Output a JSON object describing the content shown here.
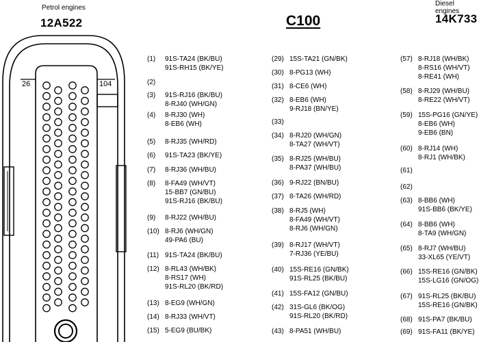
{
  "header": {
    "left_small": "Petrol engines",
    "left_code": "12A522",
    "center_code": "C100",
    "right_small": "Diesel engines",
    "right_code": "14K733"
  },
  "connector": {
    "pin_top_left": "26",
    "pin_top_right": "104"
  },
  "pins": [
    [
      {
        "pin": "(1)",
        "wires": [
          "91S-TA24 (BK/BU)",
          "91S-RH15 (BK/YE)"
        ]
      },
      {
        "pin": "(2)",
        "wires": []
      },
      {
        "pin": "(3)",
        "wires": [
          "91S-RJ16 (BK/BU)",
          "8-RJ40 (WH/GN)"
        ]
      },
      {
        "pin": "(4)",
        "wires": [
          "8-RJ30 (WH)",
          "8-EB6 (WH)"
        ]
      },
      {
        "pin": "(5)",
        "wires": [
          "8-RJ35 (WH/RD)"
        ]
      },
      {
        "pin": "(6)",
        "wires": [
          "91S-TA23 (BK/YE)"
        ]
      },
      {
        "pin": "(7)",
        "wires": [
          "8-RJ36 (WH/BU)"
        ]
      },
      {
        "pin": "(8)",
        "wires": [
          "8-FA49 (WH/VT)",
          "15-BB7 (GN/BU)",
          "91S-RJ16 (BK/BU)"
        ]
      },
      {
        "pin": "(9)",
        "wires": [
          "8-RJ22 (WH/BU)"
        ]
      },
      {
        "pin": "(10)",
        "wires": [
          "8-RJ6 (WH/GN)",
          "49-PA6 (BU)"
        ]
      },
      {
        "pin": "(11)",
        "wires": [
          "91S-TA24 (BK/BU)"
        ]
      },
      {
        "pin": "(12)",
        "wires": [
          "8-RL43 (WH/BK)",
          "8-RS17 (WH)",
          "91S-RL20 (BK/RD)"
        ]
      },
      {
        "pin": "(13)",
        "wires": [
          "8-EG9 (WH/GN)"
        ]
      },
      {
        "pin": "(14)",
        "wires": [
          "8-RJ33 (WH/VT)"
        ]
      },
      {
        "pin": "(15)",
        "wires": [
          "5-EG9 (BU/BK)"
        ]
      }
    ],
    [
      {
        "pin": "(29)",
        "wires": [
          "15S-TA21 (GN/BK)"
        ]
      },
      {
        "pin": "(30)",
        "wires": [
          "8-PG13 (WH)"
        ]
      },
      {
        "pin": "(31)",
        "wires": [
          "8-CE6 (WH)"
        ]
      },
      {
        "pin": "(32)",
        "wires": [
          "8-EB6 (WH)",
          "9-RJ18 (BN/YE)"
        ]
      },
      {
        "pin": "(33)",
        "wires": []
      },
      {
        "pin": "(34)",
        "wires": [
          "8-RJ20 (WH/GN)",
          "8-TA27 (WH/VT)"
        ]
      },
      {
        "pin": "(35)",
        "wires": [
          "8-RJ25 (WH/BU)",
          "8-PA37 (WH/BU)"
        ]
      },
      {
        "pin": "(36)",
        "wires": [
          "9-RJ22 (BN/BU)"
        ]
      },
      {
        "pin": "(37)",
        "wires": [
          "8-TA26 (WH/RD)"
        ]
      },
      {
        "pin": "(38)",
        "wires": [
          "8-RJ5 (WH)",
          "8-FA49 (WH/VT)",
          "8-RJ6 (WH/GN)"
        ]
      },
      {
        "pin": "(39)",
        "wires": [
          "8-RJ17 (WH/VT)",
          "7-RJ36 (YE/BU)"
        ]
      },
      {
        "pin": "(40)",
        "wires": [
          "15S-RE16 (GN/BK)",
          "91S-RL25 (BK/BU)"
        ]
      },
      {
        "pin": "(41)",
        "wires": [
          "15S-FA12 (GN/BU)"
        ]
      },
      {
        "pin": "(42)",
        "wires": [
          "31S-GL6 (BK/OG)",
          "91S-RL20 (BK/RD)"
        ]
      },
      {
        "pin": "(43)",
        "wires": [
          "8-PA51 (WH/BU)"
        ]
      }
    ],
    [
      {
        "pin": "(57)",
        "wires": [
          "8-RJ18 (WH/BK)",
          "8-RS16 (WH/VT)",
          "8-RE41 (WH)"
        ]
      },
      {
        "pin": "(58)",
        "wires": [
          "8-RJ29 (WH/BU)",
          "8-RE22 (WH/VT)"
        ]
      },
      {
        "pin": "(59)",
        "wires": [
          "15S-PG16 (GN/YE)",
          "8-EB6 (WH)",
          "9-EB6 (BN)"
        ]
      },
      {
        "pin": "(60)",
        "wires": [
          "8-RJ14 (WH)",
          "8-RJ1 (WH/BK)"
        ]
      },
      {
        "pin": "(61)",
        "wires": []
      },
      {
        "pin": "(62)",
        "wires": []
      },
      {
        "pin": "(63)",
        "wires": [
          "8-BB6 (WH)",
          "91S-BB6 (BK/YE)"
        ]
      },
      {
        "pin": "(64)",
        "wires": [
          "8-BB6 (WH)",
          "8-TA9 (WH/GN)"
        ]
      },
      {
        "pin": "(65)",
        "wires": [
          "8-RJ7 (WH/BU)",
          "33-XL65 (YE/VT)"
        ]
      },
      {
        "pin": "(66)",
        "wires": [
          "15S-RE16 (GN/BK)",
          "15S-LG16 (GN/OG)"
        ]
      },
      {
        "pin": "(67)",
        "wires": [
          "91S-RL25 (BK/BU)",
          "15S-RE16 (GN/BK)"
        ]
      },
      {
        "pin": "(68)",
        "wires": [
          "91S-PA7 (BK/BU)"
        ]
      },
      {
        "pin": "(69)",
        "wires": [
          "91S-FA11 (BK/YE)"
        ]
      }
    ]
  ]
}
